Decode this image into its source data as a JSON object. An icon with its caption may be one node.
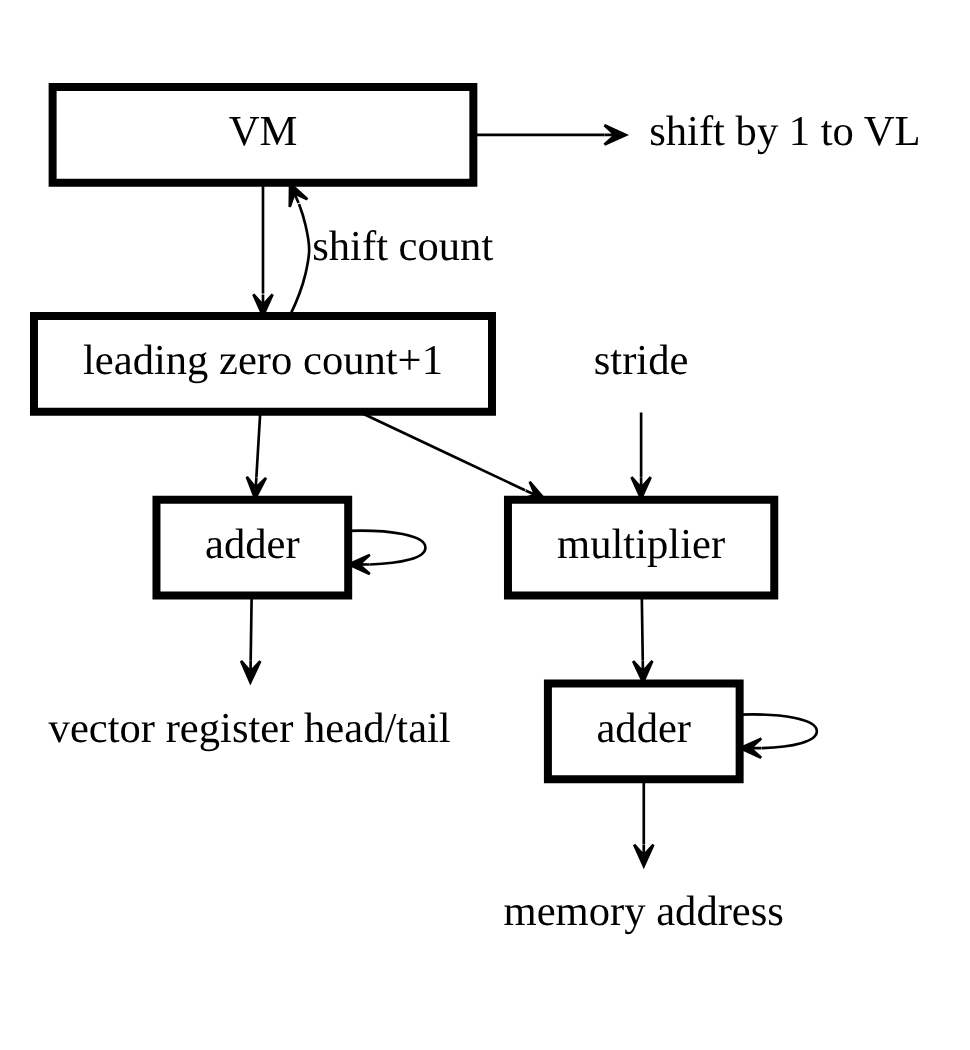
{
  "diagram": {
    "nodes": [
      {
        "text": [
          "VM"
        ]
      },
      {
        "text": [
          "leading zero count+1"
        ]
      },
      {
        "text": [
          "adder"
        ]
      },
      {
        "text": [
          "multiplier"
        ]
      },
      {
        "text": [
          "adder"
        ]
      },
      {
        "text": [
          "shift by 1 to VL"
        ]
      },
      {
        "text": [
          "stride"
        ]
      },
      {
        "text": [
          "vector register head/tail"
        ]
      },
      {
        "text": [
          "memory address"
        ]
      }
    ],
    "edges": [
      {
        "from": 0,
        "to": 5,
        "arrow": "to"
      },
      {
        "from": 0,
        "to": 1,
        "arrow": "to"
      },
      {
        "from": 1,
        "to": 2,
        "arrow": "to"
      },
      {
        "from": 1,
        "to": 0,
        "arrow": "to",
        "label": "shift count"
      },
      {
        "from": 1,
        "to": 3,
        "arrow": "to"
      },
      {
        "from": 6,
        "to": 3,
        "arrow": "to"
      },
      {
        "from": 2,
        "to": 2,
        "arrow": "to"
      },
      {
        "from": 2,
        "to": 7,
        "arrow": "to"
      },
      {
        "from": 3,
        "to": 4,
        "arrow": "to"
      },
      {
        "from": 4,
        "to": 4,
        "arrow": "to"
      },
      {
        "from": 4,
        "to": 8,
        "arrow": "to"
      }
    ]
  }
}
